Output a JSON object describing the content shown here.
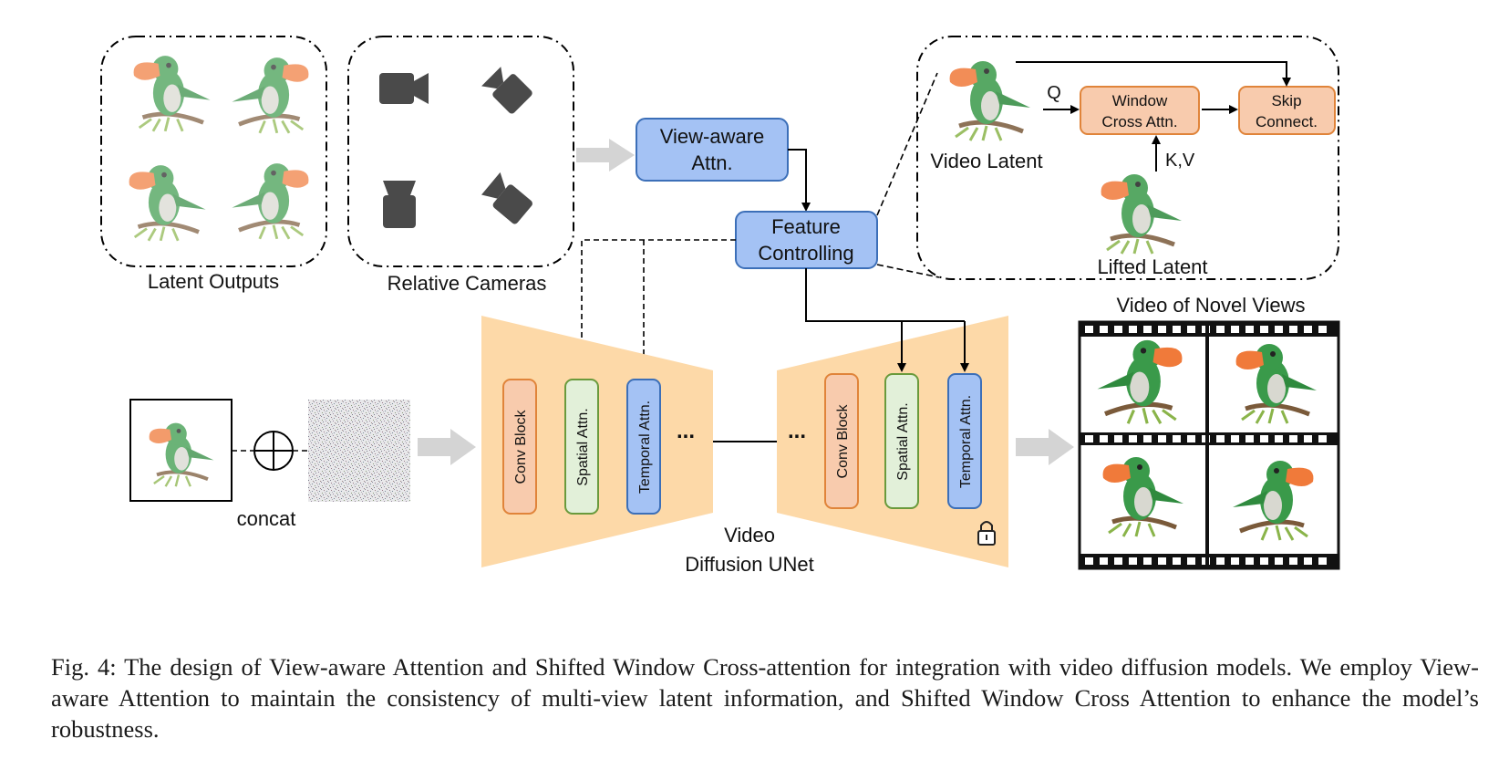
{
  "labels": {
    "latent_outputs": "Latent Outputs",
    "relative_cameras": "Relative Cameras",
    "view_aware_1": "View-aware",
    "view_aware_2": "Attn.",
    "feature_1": "Feature",
    "feature_2": "Controlling",
    "video_latent": "Video Latent",
    "lifted_latent": "Lifted Latent",
    "window_1": "Window",
    "window_2": "Cross Attn.",
    "skip_1": "Skip",
    "skip_2": "Connect.",
    "q": "Q",
    "kv": "K,V",
    "concat": "concat",
    "conv_block": "Conv Block",
    "spatial_attn": "Spatial Attn.",
    "temporal_attn": "Temporal Attn.",
    "ellipsis": "...",
    "unet_1": "Video",
    "unet_2": "Diffusion UNet",
    "novel_views": "Video of Novel Views"
  },
  "caption": "Fig. 4: The design of View-aware Attention and Shifted Window Cross-attention for integration with video diffusion models. We employ View-aware Attention to maintain the consistency of multi-view latent information, and Shifted Window Cross Attention to enhance the model’s robustness.",
  "colors": {
    "blue_fill": "#a4c2f4",
    "blue_stroke": "#3c6fb8",
    "orange_fill": "#f8cbad",
    "orange_stroke": "#e0843a",
    "green_fill": "#e2f0d9",
    "green_stroke": "#6a9a3c",
    "unet_fill": "#fdd9a8",
    "camera": "#4a4a4a",
    "bird_green": "#3a9a4a",
    "bird_orange": "#f07a3a"
  }
}
